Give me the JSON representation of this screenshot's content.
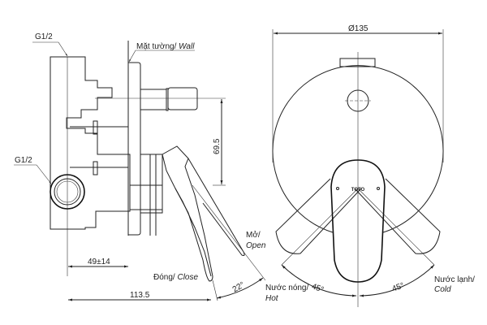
{
  "side_view": {
    "g12_top": "G1/2",
    "g12_side": "G1/2",
    "wall_label_vi": "Mặt tường/",
    "wall_label_en": "Wall",
    "dim_height": "69.5",
    "dim_depth_wall": "49±14",
    "dim_total_depth": "113.5",
    "open_vi": "Mở/",
    "open_en": "Open",
    "close_vi": "Đóng/",
    "close_en": "Close",
    "angle_open": "22°"
  },
  "front_view": {
    "diameter": "Ø135",
    "hot_vi": "Nước nóng/",
    "hot_en": "Hot",
    "cold_vi": "Nước lạnh/",
    "cold_en": "Cold",
    "angle_hot": "45°",
    "angle_cold": "45°",
    "logo": "TOTO"
  }
}
